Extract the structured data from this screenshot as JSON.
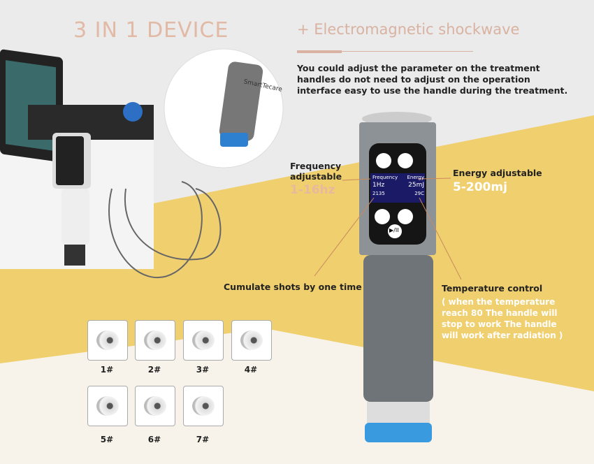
{
  "header": {
    "title": "3 IN 1 DEVICE",
    "subtitle": "+ Electromagnetic shockwave",
    "description": "You could adjust the parameter on the treatment handles do not need to adjust on the operation interface easy to use the handle during the treatment."
  },
  "callouts": {
    "frequency": {
      "label": "Frequency adjustable",
      "value": "1-16hz"
    },
    "energy": {
      "label": "Energy adjustable",
      "value": "5-200mj"
    },
    "shots": {
      "label": "Cumulate shots by one time"
    },
    "temperature": {
      "label": "Temperature control",
      "note": "( when the temperature reach 80 The handle will stop to work The handle will work after radiation )"
    }
  },
  "screen": {
    "freq_label": "Frequency",
    "freq_value": "1Hz",
    "energy_label": "Energy",
    "energy_value": "25mJ",
    "shots": "2135",
    "temp": "29C",
    "play_icon": "▶/II"
  },
  "photo_brand": "SmartTecare",
  "heads": [
    "1#",
    "2#",
    "3#",
    "4#",
    "5#",
    "6#",
    "7#"
  ],
  "colors": {
    "accent": "#d9b2a1",
    "yellow": "#f0cf6e",
    "background": "#ebebeb"
  }
}
